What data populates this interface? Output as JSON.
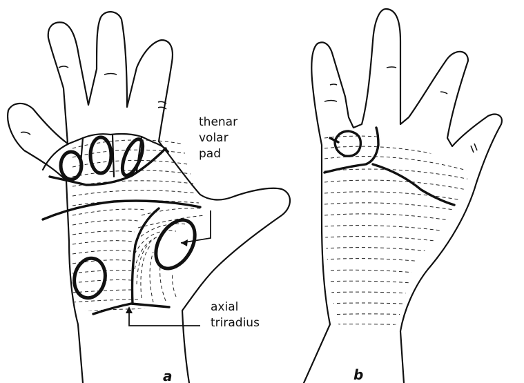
{
  "figure": {
    "labels": {
      "thenar_line1": "thenar",
      "thenar_line2": "volar",
      "thenar_line3": "pad",
      "axial_line1": "axial",
      "axial_line2": "triradius"
    },
    "panels": {
      "a": "a",
      "b": "b"
    }
  }
}
